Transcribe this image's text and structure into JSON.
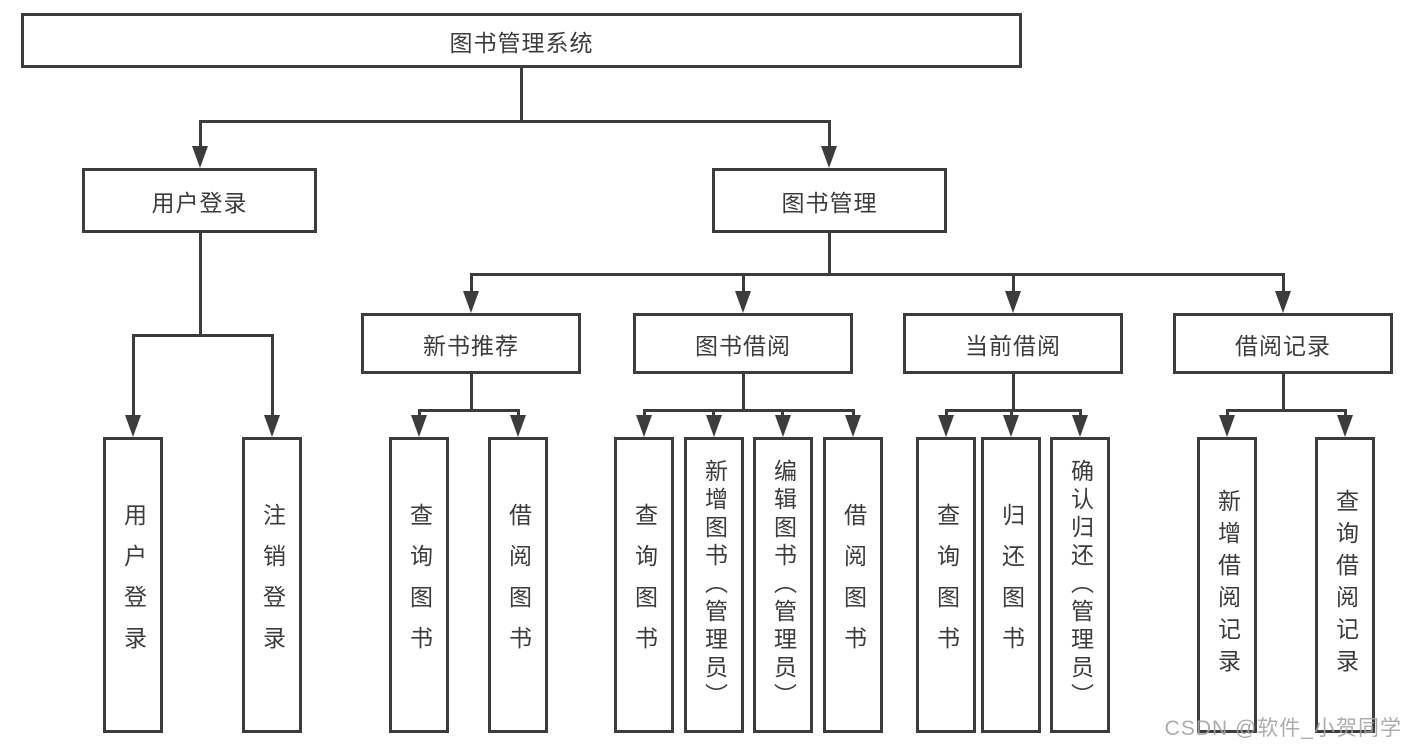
{
  "colors": {
    "line": "#3c3c3c",
    "node_border": "#3c3c3c",
    "node_text": "#3c3c3c",
    "background": "#ffffff",
    "watermark": "#a3a3a3"
  },
  "watermark": {
    "text": "CSDN @软件_小贺同学"
  },
  "tree": {
    "label": "图书管理系统",
    "children": [
      {
        "label": "用户登录",
        "children": [
          {
            "label": "用户登录"
          },
          {
            "label": "注销登录"
          }
        ]
      },
      {
        "label": "图书管理",
        "children": [
          {
            "label": "新书推荐",
            "children": [
              {
                "label": "查询图书"
              },
              {
                "label": "借阅图书"
              }
            ]
          },
          {
            "label": "图书借阅",
            "children": [
              {
                "label": "查询图书"
              },
              {
                "label": "新增图书（管理员）"
              },
              {
                "label": "编辑图书（管理员）"
              },
              {
                "label": "借阅图书"
              }
            ]
          },
          {
            "label": "当前借阅",
            "children": [
              {
                "label": "查询图书"
              },
              {
                "label": "归还图书"
              },
              {
                "label": "确认归还（管理员）"
              }
            ]
          },
          {
            "label": "借阅记录",
            "children": [
              {
                "label": "新增借阅记录"
              },
              {
                "label": "查询借阅记录"
              }
            ]
          }
        ]
      }
    ]
  }
}
